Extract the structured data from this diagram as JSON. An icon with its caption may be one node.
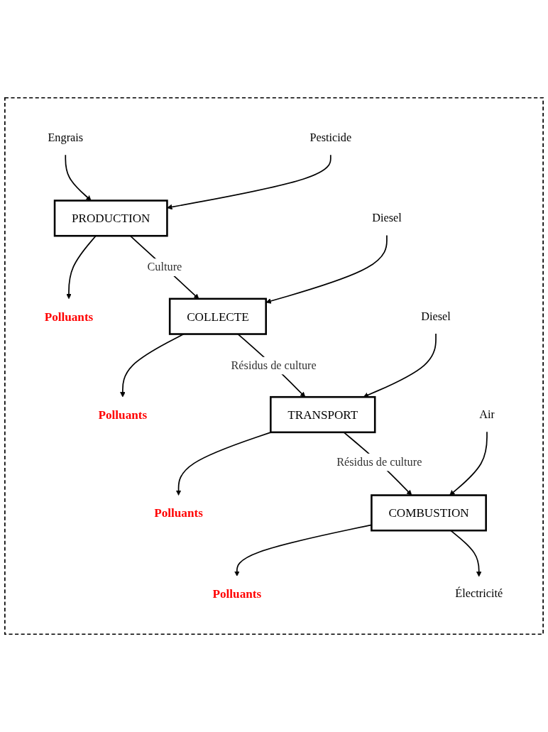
{
  "diagram": {
    "nodes": [
      {
        "text": [],
        "shape": "box"
      },
      {
        "text": [
          "Engrais"
        ],
        "in": 0
      },
      {
        "text": [
          "Pesticide"
        ],
        "in": 0
      },
      {
        "text": [
          "PRODUCTION"
        ],
        "in": 0
      },
      {
        "text": [
          "Polluants"
        ],
        "in": 0
      },
      {
        "text": [
          "Diesel"
        ],
        "in": 0
      },
      {
        "text": [
          "COLLECTE"
        ],
        "in": 0
      },
      {
        "text": [
          "Polluants"
        ],
        "in": 0
      },
      {
        "text": [
          "Diesel"
        ],
        "in": 0
      },
      {
        "text": [
          "TRANSPORT"
        ],
        "in": 0
      },
      {
        "text": [
          "Polluants"
        ],
        "in": 0
      },
      {
        "text": [
          "Air"
        ],
        "in": 0
      },
      {
        "text": [
          "COMBUSTION"
        ],
        "in": 0
      },
      {
        "text": [
          "Polluants"
        ],
        "in": 0
      },
      {
        "text": [
          "Électricité"
        ],
        "in": 0
      }
    ],
    "edges": [
      {
        "from": 1,
        "to": 3,
        "arrow": "to"
      },
      {
        "from": 2,
        "to": 3,
        "arrow": "to"
      },
      {
        "from": 3,
        "to": 4,
        "arrow": "to"
      },
      {
        "from": 3,
        "to": 6,
        "label": "Culture",
        "arrow": "to"
      },
      {
        "from": 5,
        "to": 6,
        "arrow": "to"
      },
      {
        "from": 6,
        "to": 7,
        "arrow": "to"
      },
      {
        "from": 6,
        "to": 9,
        "label": "Résidus de culture",
        "arrow": "to"
      },
      {
        "from": 8,
        "to": 9,
        "arrow": "to"
      },
      {
        "from": 9,
        "to": 10,
        "arrow": "to"
      },
      {
        "from": 9,
        "to": 12,
        "label": "Résidus de culture",
        "arrow": "to"
      },
      {
        "from": 11,
        "to": 12,
        "arrow": "to"
      },
      {
        "from": 12,
        "to": 13,
        "arrow": "to"
      },
      {
        "from": 12,
        "to": 14,
        "arrow": "to"
      }
    ]
  }
}
